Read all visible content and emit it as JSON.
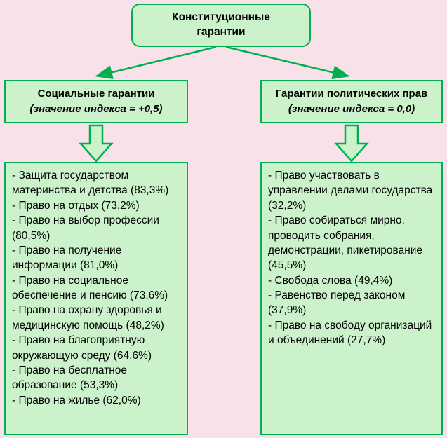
{
  "root": {
    "title": "Конституционные гарантии"
  },
  "columns": [
    {
      "header": "Социальные гарантии",
      "subheader": "(значение индекса = +0,5)",
      "items": [
        "- Защита государством материнства и детства (83,3%)",
        "- Право на отдых (73,2%)",
        "- Право на выбор профессии (80,5%)",
        "- Право на получение информации (81,0%)",
        "- Право на социальное обеспечение и пенсию (73,6%)",
        "- Право на охрану здоровья и медицинскую помощь (48,2%)",
        "- Право на благоприятную окружающую среду (64,6%)",
        "- Право на бесплатное образование (53,3%)",
        "- Право на жилье (62,0%)"
      ]
    },
    {
      "header": "Гарантии политических прав",
      "subheader": "(значение индекса = 0,0)",
      "items": [
        "- Право участвовать в управлении делами государства (32,2%)",
        "- Право собираться мирно, проводить собрания, демонстрации, пикетирование (45,5%)",
        "- Свобода слова (49,4%)",
        "- Равенство перед законом (37,9%)",
        "- Право на свободу организаций и объединений (27,7%)"
      ]
    }
  ],
  "colors": {
    "background": "#f8e1e9",
    "box_fill": "#ccf2cc",
    "accent_green": "#00b050",
    "text": "#000000"
  }
}
